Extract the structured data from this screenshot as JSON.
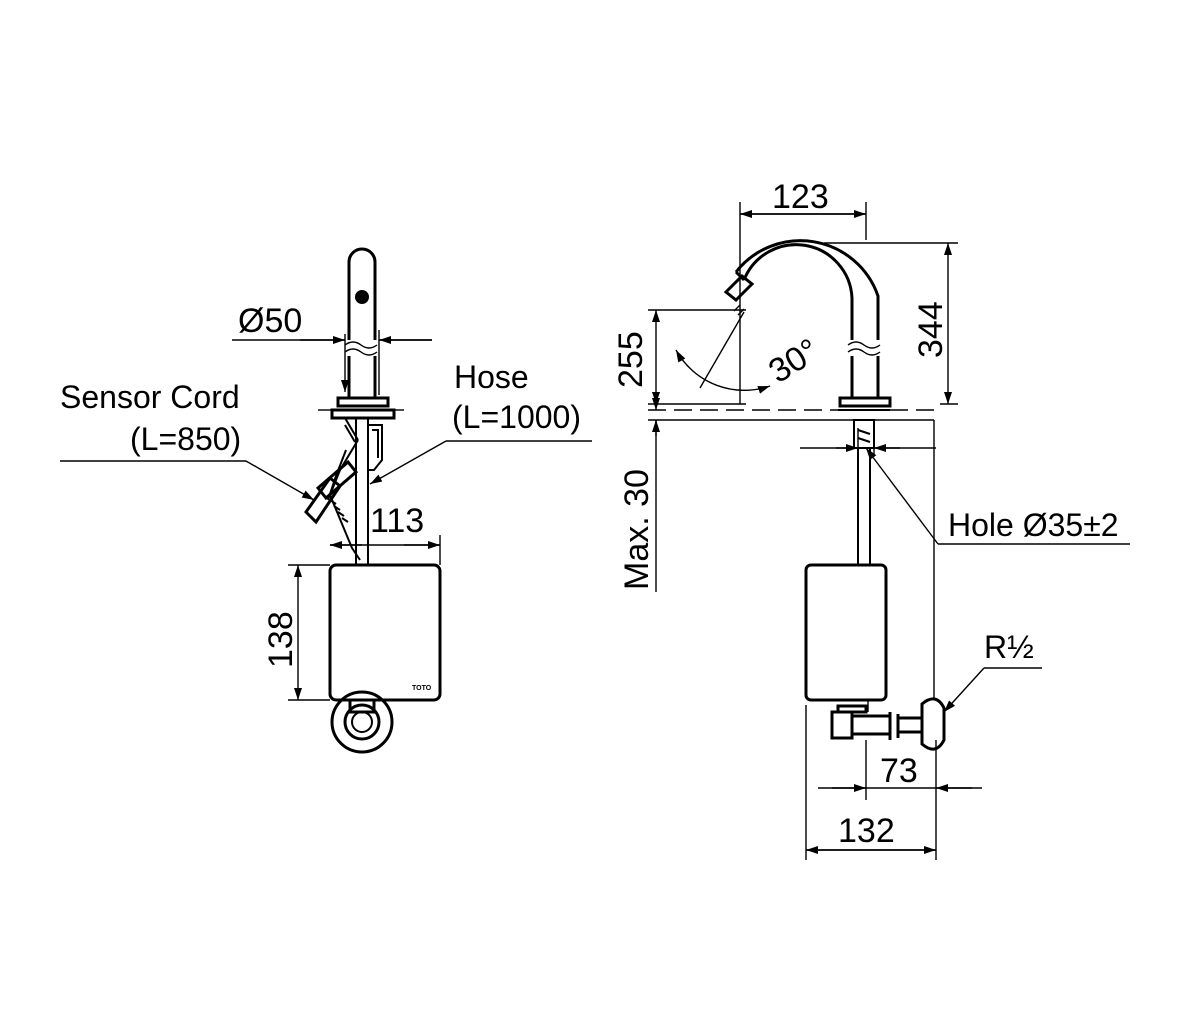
{
  "front_view": {
    "diameter_label": "Ø50",
    "sensor_cord_label": "Sensor Cord",
    "sensor_cord_length": "(L=850)",
    "hose_label": "Hose",
    "hose_length": "(L=1000)",
    "width_113": "113",
    "height_138": "138",
    "logo_text": "TOTO"
  },
  "side_view": {
    "reach_123": "123",
    "height_344": "344",
    "height_255": "255",
    "angle": "30°",
    "max_thickness": "Max. 30",
    "hole_label": "Hole Ø35±2",
    "thread_label": "R½",
    "depth_73": "73",
    "depth_132": "132"
  }
}
